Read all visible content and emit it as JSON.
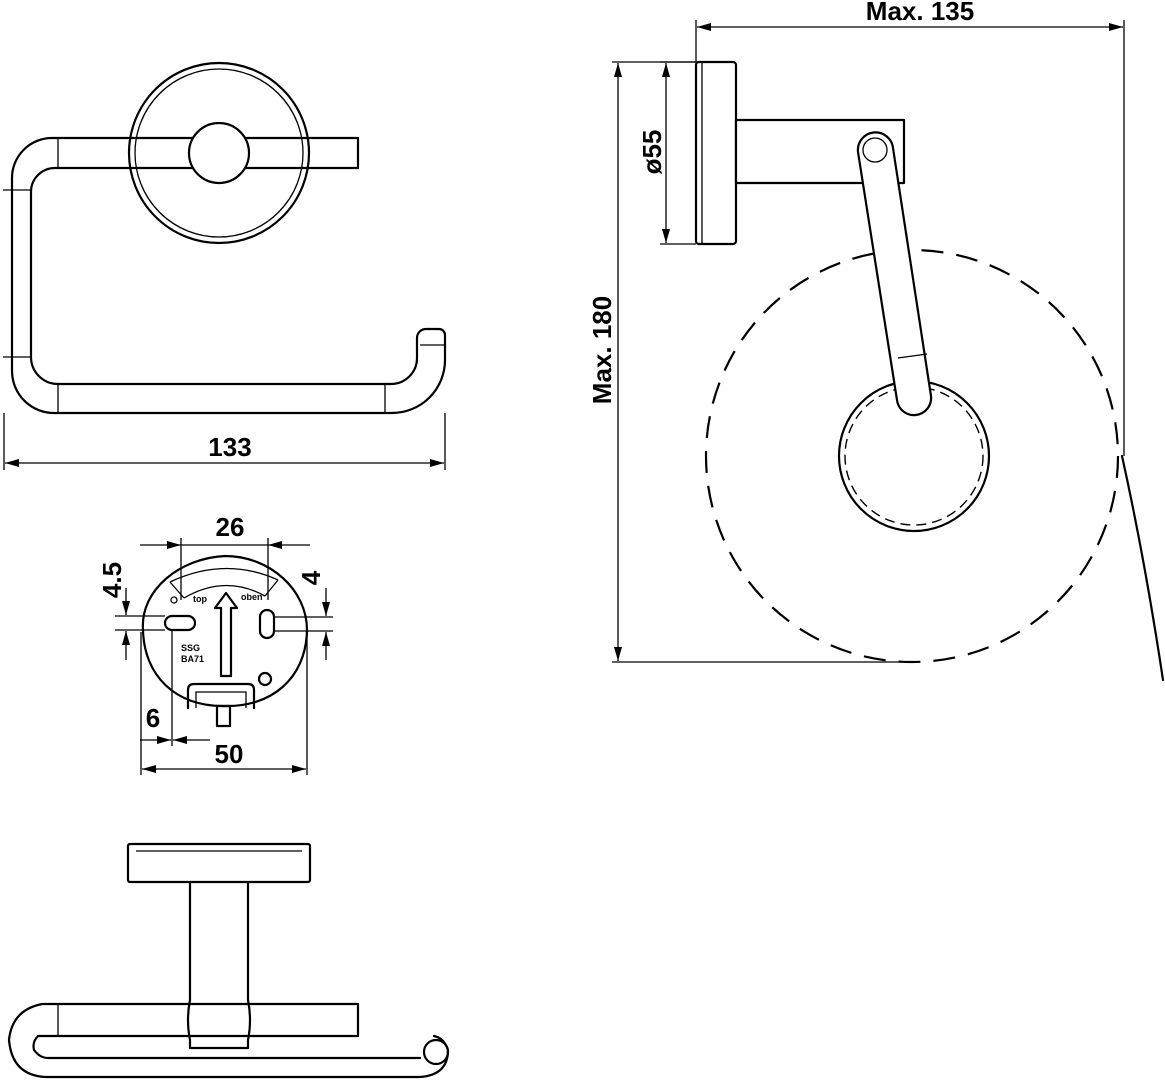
{
  "dimensions": {
    "front_width": "133",
    "side_max_width": "Max. 135",
    "side_max_height": "Max. 180",
    "rosette_diameter": "ø55",
    "back_slot_spacing": "26",
    "back_left_offset": "4.5",
    "back_right_offset": "4",
    "back_hole_offset": "6",
    "back_diameter": "50"
  },
  "back_plate_labels": {
    "top": "top",
    "oben": "oben",
    "code_line1": "SSG",
    "code_line2": "BA71"
  }
}
